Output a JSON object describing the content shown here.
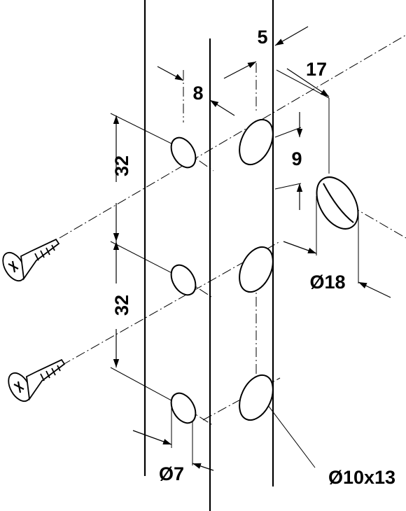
{
  "dimensions": {
    "thickness": "5",
    "offset_17": "17",
    "spacing_8": "8",
    "pitch_top": "32",
    "pitch_bottom": "32",
    "depth_9": "9",
    "cap_diameter": "Ø18",
    "hole_diameter": "Ø7",
    "slot_size": "Ø10x13"
  },
  "colors": {
    "line": "#000000",
    "background": "#ffffff"
  }
}
